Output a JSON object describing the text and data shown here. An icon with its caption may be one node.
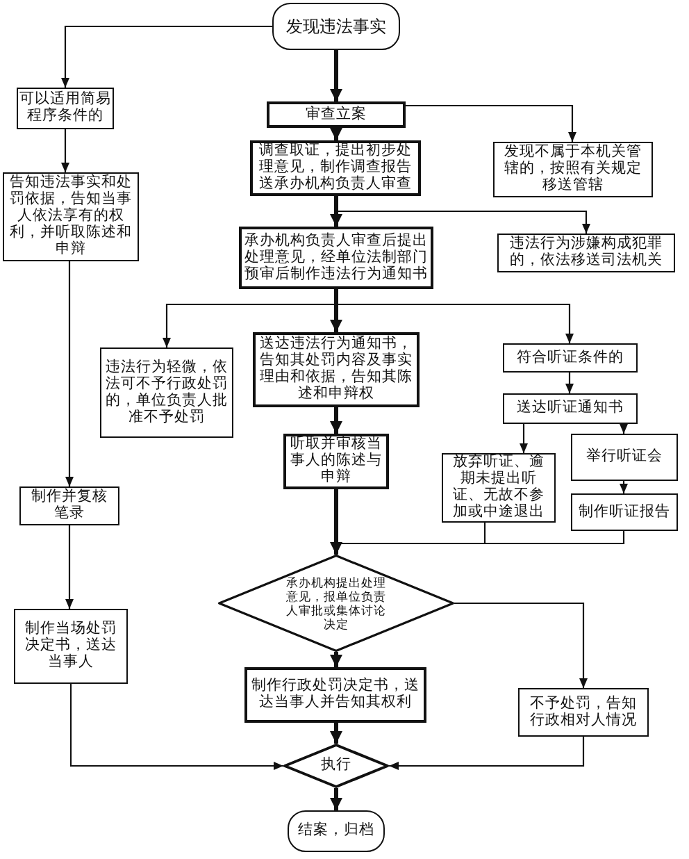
{
  "diagram": {
    "nodes": [
      {
        "text": [
          "发现违法事实"
        ]
      },
      {
        "text": [
          "审查立案"
        ]
      },
      {
        "text": [
          "调查取证，提出初步处理意见，制作调查报告送承办机构负责人审查"
        ]
      },
      {
        "text": [
          "承办机构负责人审查后提出处理意见，经单位法制部门预审后制作违法行为通知书"
        ]
      },
      {
        "text": [
          "可以适用简易程序条件的"
        ]
      },
      {
        "text": [
          "告知违法事实和处罚依据，告知当事人依法享有的权利，并听取陈述和申辩"
        ]
      },
      {
        "text": [
          "发现不属于本机关管辖的，按照有关规定移送管辖"
        ]
      },
      {
        "text": [
          "违法行为涉嫌构成犯罪的，依法移送司法机关"
        ]
      },
      {
        "text": [
          "违法行为轻微，依法可不予行政处罚的，单位负责人批准不予处罚"
        ]
      },
      {
        "text": [
          "送达违法行为通知书，告知其处罚内容及事实理由和依据，告知其陈述和申辩权"
        ]
      },
      {
        "text": [
          "听取并审核当事人的陈述与申辩"
        ]
      },
      {
        "text": [
          "制作并复核笔录"
        ]
      },
      {
        "text": [
          "符合听证条件的"
        ]
      },
      {
        "text": [
          "送达听证通知书"
        ]
      },
      {
        "text": [
          "放弃听证、逾期未提出听证、无故不参加或中途退出"
        ]
      },
      {
        "text": [
          "举行听证会"
        ]
      },
      {
        "text": [
          "制作听证报告"
        ]
      },
      {
        "text": [
          "承办机构提出处理意见，报单位负责人审批或集体讨论决定"
        ]
      },
      {
        "text": [
          "制作行政处罚决定书，送达当事人并告知其权利"
        ]
      },
      {
        "text": [
          "不予处罚，告知行政相对人情况"
        ]
      },
      {
        "text": [
          "制作当场处罚决定书，送达当事人"
        ]
      },
      {
        "text": [
          "执行"
        ]
      },
      {
        "text": [
          "结案，归档"
        ]
      }
    ],
    "edges": [
      {
        "from": 0,
        "to": 1,
        "arrow": "to",
        "style": "thick"
      },
      {
        "from": 0,
        "to": 4,
        "arrow": "to"
      },
      {
        "from": 1,
        "to": 2,
        "arrow": "to",
        "style": "thick"
      },
      {
        "from": 1,
        "to": 6,
        "arrow": "to"
      },
      {
        "from": 2,
        "to": 3,
        "arrow": "to",
        "style": "thick"
      },
      {
        "from": 2,
        "to": 7,
        "arrow": "to"
      },
      {
        "from": 3,
        "to": 9,
        "arrow": "to",
        "style": "thick"
      },
      {
        "from": 3,
        "to": 8,
        "arrow": "to"
      },
      {
        "from": 3,
        "to": 12,
        "arrow": "to"
      },
      {
        "from": 4,
        "to": 5,
        "arrow": "to"
      },
      {
        "from": 5,
        "to": 11,
        "arrow": "to"
      },
      {
        "from": 9,
        "to": 10,
        "arrow": "to",
        "style": "thick"
      },
      {
        "from": 12,
        "to": 13,
        "arrow": "to"
      },
      {
        "from": 13,
        "to": 14,
        "arrow": "to"
      },
      {
        "from": 13,
        "to": 15,
        "arrow": "to"
      },
      {
        "from": 15,
        "to": 16,
        "arrow": "to"
      },
      {
        "from": 10,
        "to": 17,
        "arrow": "to",
        "style": "thick"
      },
      {
        "from": 14,
        "to": 17,
        "arrow": "to"
      },
      {
        "from": 16,
        "to": 17,
        "arrow": "to"
      },
      {
        "from": 11,
        "to": 20,
        "arrow": "to"
      },
      {
        "from": 17,
        "to": 18,
        "arrow": "to",
        "style": "thick"
      },
      {
        "from": 17,
        "to": 19,
        "arrow": "to"
      },
      {
        "from": 18,
        "to": 21,
        "arrow": "to",
        "style": "thick"
      },
      {
        "from": 20,
        "to": 21,
        "arrow": "to"
      },
      {
        "from": 19,
        "to": 21,
        "arrow": "to"
      },
      {
        "from": 21,
        "to": 22,
        "arrow": "to",
        "style": "thick"
      }
    ]
  }
}
